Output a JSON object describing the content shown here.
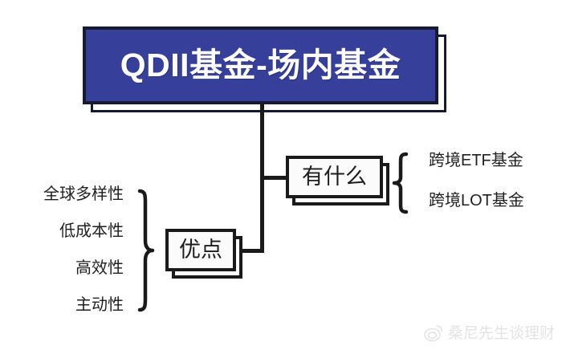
{
  "diagram": {
    "title": {
      "text": "QDII基金-场内基金",
      "box_color": "#36409B",
      "text_color": "#FDFDFD",
      "border_color": "#161B33"
    },
    "nodes": [
      {
        "id": "youshenme",
        "label": "有什么"
      },
      {
        "id": "youdian",
        "label": "优点"
      }
    ],
    "branch_right": {
      "brace": "{",
      "items": [
        "跨境ETF基金",
        "跨境LOT基金"
      ]
    },
    "branch_left": {
      "brace": "}",
      "items": [
        "全球多样性",
        "低成本性",
        "高效性",
        "主动性"
      ]
    }
  },
  "watermark": {
    "icon": "weibo-icon",
    "text": "桑尼先生谈理财",
    "color": "#C9C9C9"
  }
}
